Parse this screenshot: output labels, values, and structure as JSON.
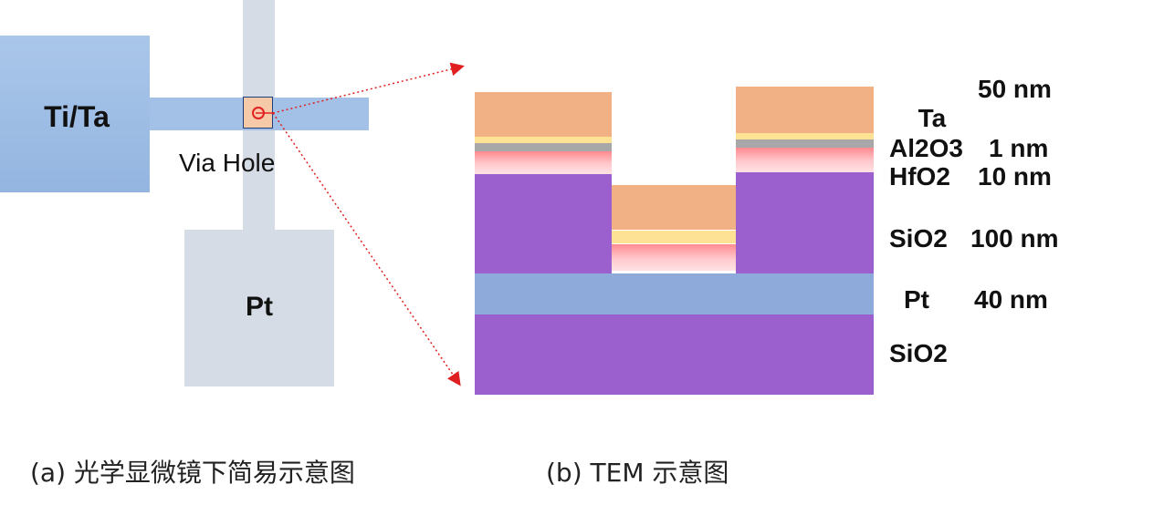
{
  "optical": {
    "ti_ta_label": "Ti/Ta",
    "pt_label": "Pt",
    "via_hole_label": "Via Hole"
  },
  "layers": [
    {
      "name": "Ta",
      "thickness": "50 nm"
    },
    {
      "name": "Al2O3",
      "thickness": "1 nm"
    },
    {
      "name": "HfO2",
      "thickness": "10 nm"
    },
    {
      "name": "SiO2",
      "thickness": "100 nm"
    },
    {
      "name": "Pt",
      "thickness": "40 nm"
    },
    {
      "name": "SiO2",
      "thickness": ""
    }
  ],
  "captions": {
    "a": "(a) 光学显微镜下简易示意图",
    "b": "(b) TEM 示意图"
  },
  "colors": {
    "ti_ta_pad": "#a3c0e6",
    "pt_pad": "#d6dce6",
    "ta": "#f2b185",
    "al2o3": "#a8a8a8",
    "yellow": "#fde295",
    "sio2": "#9b5fce",
    "pt_layer": "#8eaadb",
    "arrow": "#e02020"
  }
}
